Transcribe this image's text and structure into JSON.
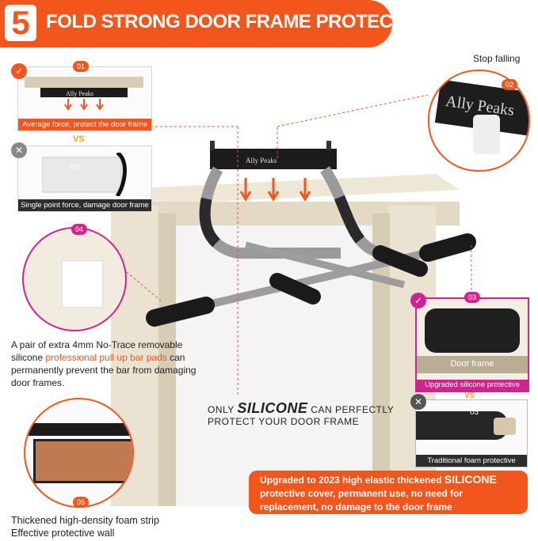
{
  "header": {
    "number": "5",
    "title": "FOLD STRONG DOOR FRAME PROTECTION"
  },
  "brand": "Ally Peaks",
  "panel_01": {
    "badge": "01",
    "caption": "Average force, protect the door frame"
  },
  "vs_label": "VS",
  "panel_bad": {
    "badge": "01",
    "caption": "Single point force, damage door frame"
  },
  "panel_02": {
    "badge": "02",
    "label": "Stop falling"
  },
  "panel_04": {
    "badge": "04",
    "text_before": "A pair of extra 4mm No-Trace removable silicone ",
    "text_highlight": "professional pull up bar pads",
    "text_after": " can permanently prevent the bar from damaging door frames."
  },
  "panel_03": {
    "badge": "03",
    "inner_label": "Door frame",
    "caption": "Upgraded silicone protective",
    "vs": "VS",
    "bad_badge": "03",
    "bad_caption": "Traditional foam protective"
  },
  "silicone_tagline": {
    "prefix": "ONLY",
    "highlight": "SILICONE",
    "suffix": "CAN PERFECTLY",
    "line2": "PROTECT YOUR DOOR FRAME"
  },
  "panel_05": {
    "badge": "05",
    "text": "Thickened high-density foam strip Effective protective wall"
  },
  "banner": {
    "line1_before": "Upgraded to 2023 high elastic thickened ",
    "line1_highlight": "SILICONE",
    "line2": "protective cover, permanent use, no need for",
    "line3": "replacement,  no damage to the door frame"
  },
  "colors": {
    "accent": "#f2561c",
    "pink": "#d0238e",
    "dark": "#2d2d2d"
  }
}
